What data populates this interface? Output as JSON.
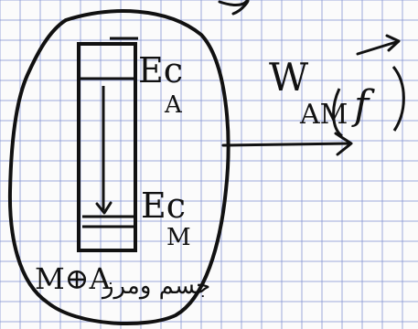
{
  "palette": {
    "paper": "#fbfbfb",
    "grid": "#7f8fd1",
    "ink": "#111111"
  },
  "labels": {
    "energy_top_main": "Ec",
    "energy_top_sub": "A",
    "energy_bottom_main": "Ec",
    "energy_bottom_sub": "M",
    "work_main": "W",
    "work_sub": "AM",
    "work_force": "f",
    "system_label": "M⊕A",
    "system_arabic": "جسم ومرز"
  },
  "icons": {
    "top_mark": "scribble-mark",
    "force_vector_arrow": "vector-arrow-icon",
    "transfer_arrow": "right-arrow-icon",
    "fall_arrow": "down-arrow-icon"
  }
}
